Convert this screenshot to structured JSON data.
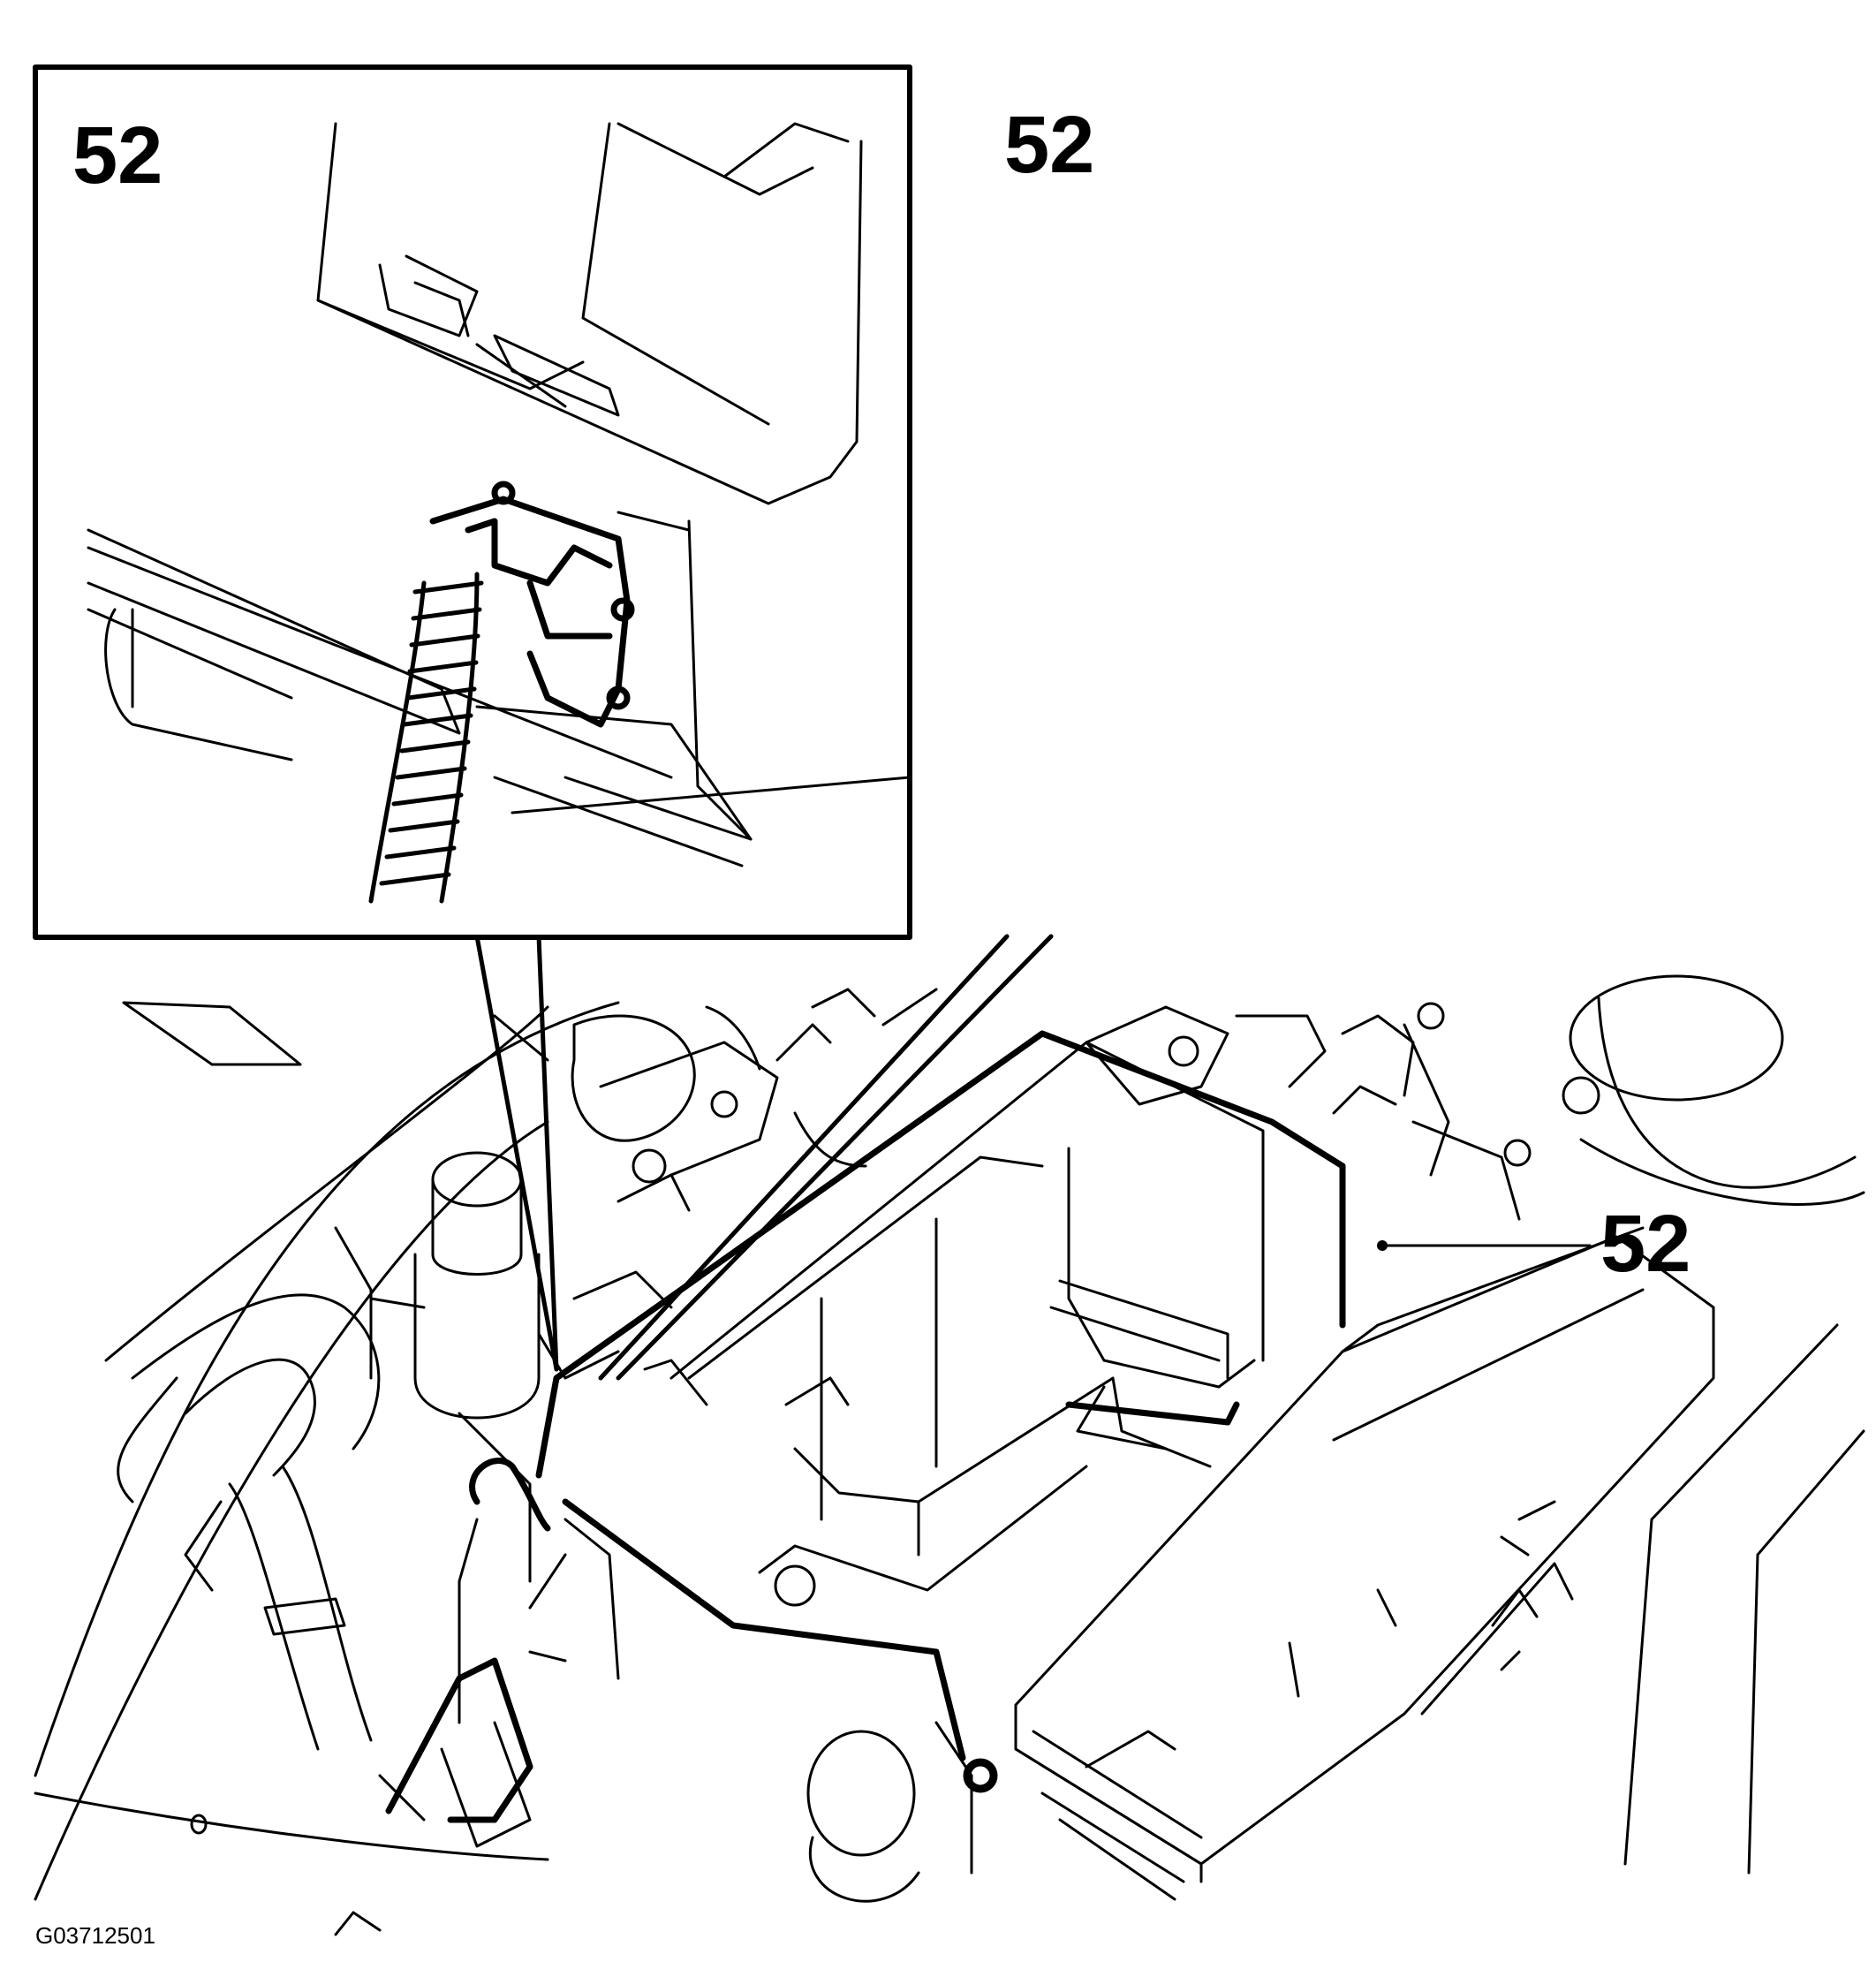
{
  "callouts": {
    "inset_left": "52",
    "inset_right": "52",
    "main": "52"
  },
  "figure_id": "G03712501",
  "colors": {
    "ink": "#000000",
    "paper": "#ffffff"
  }
}
